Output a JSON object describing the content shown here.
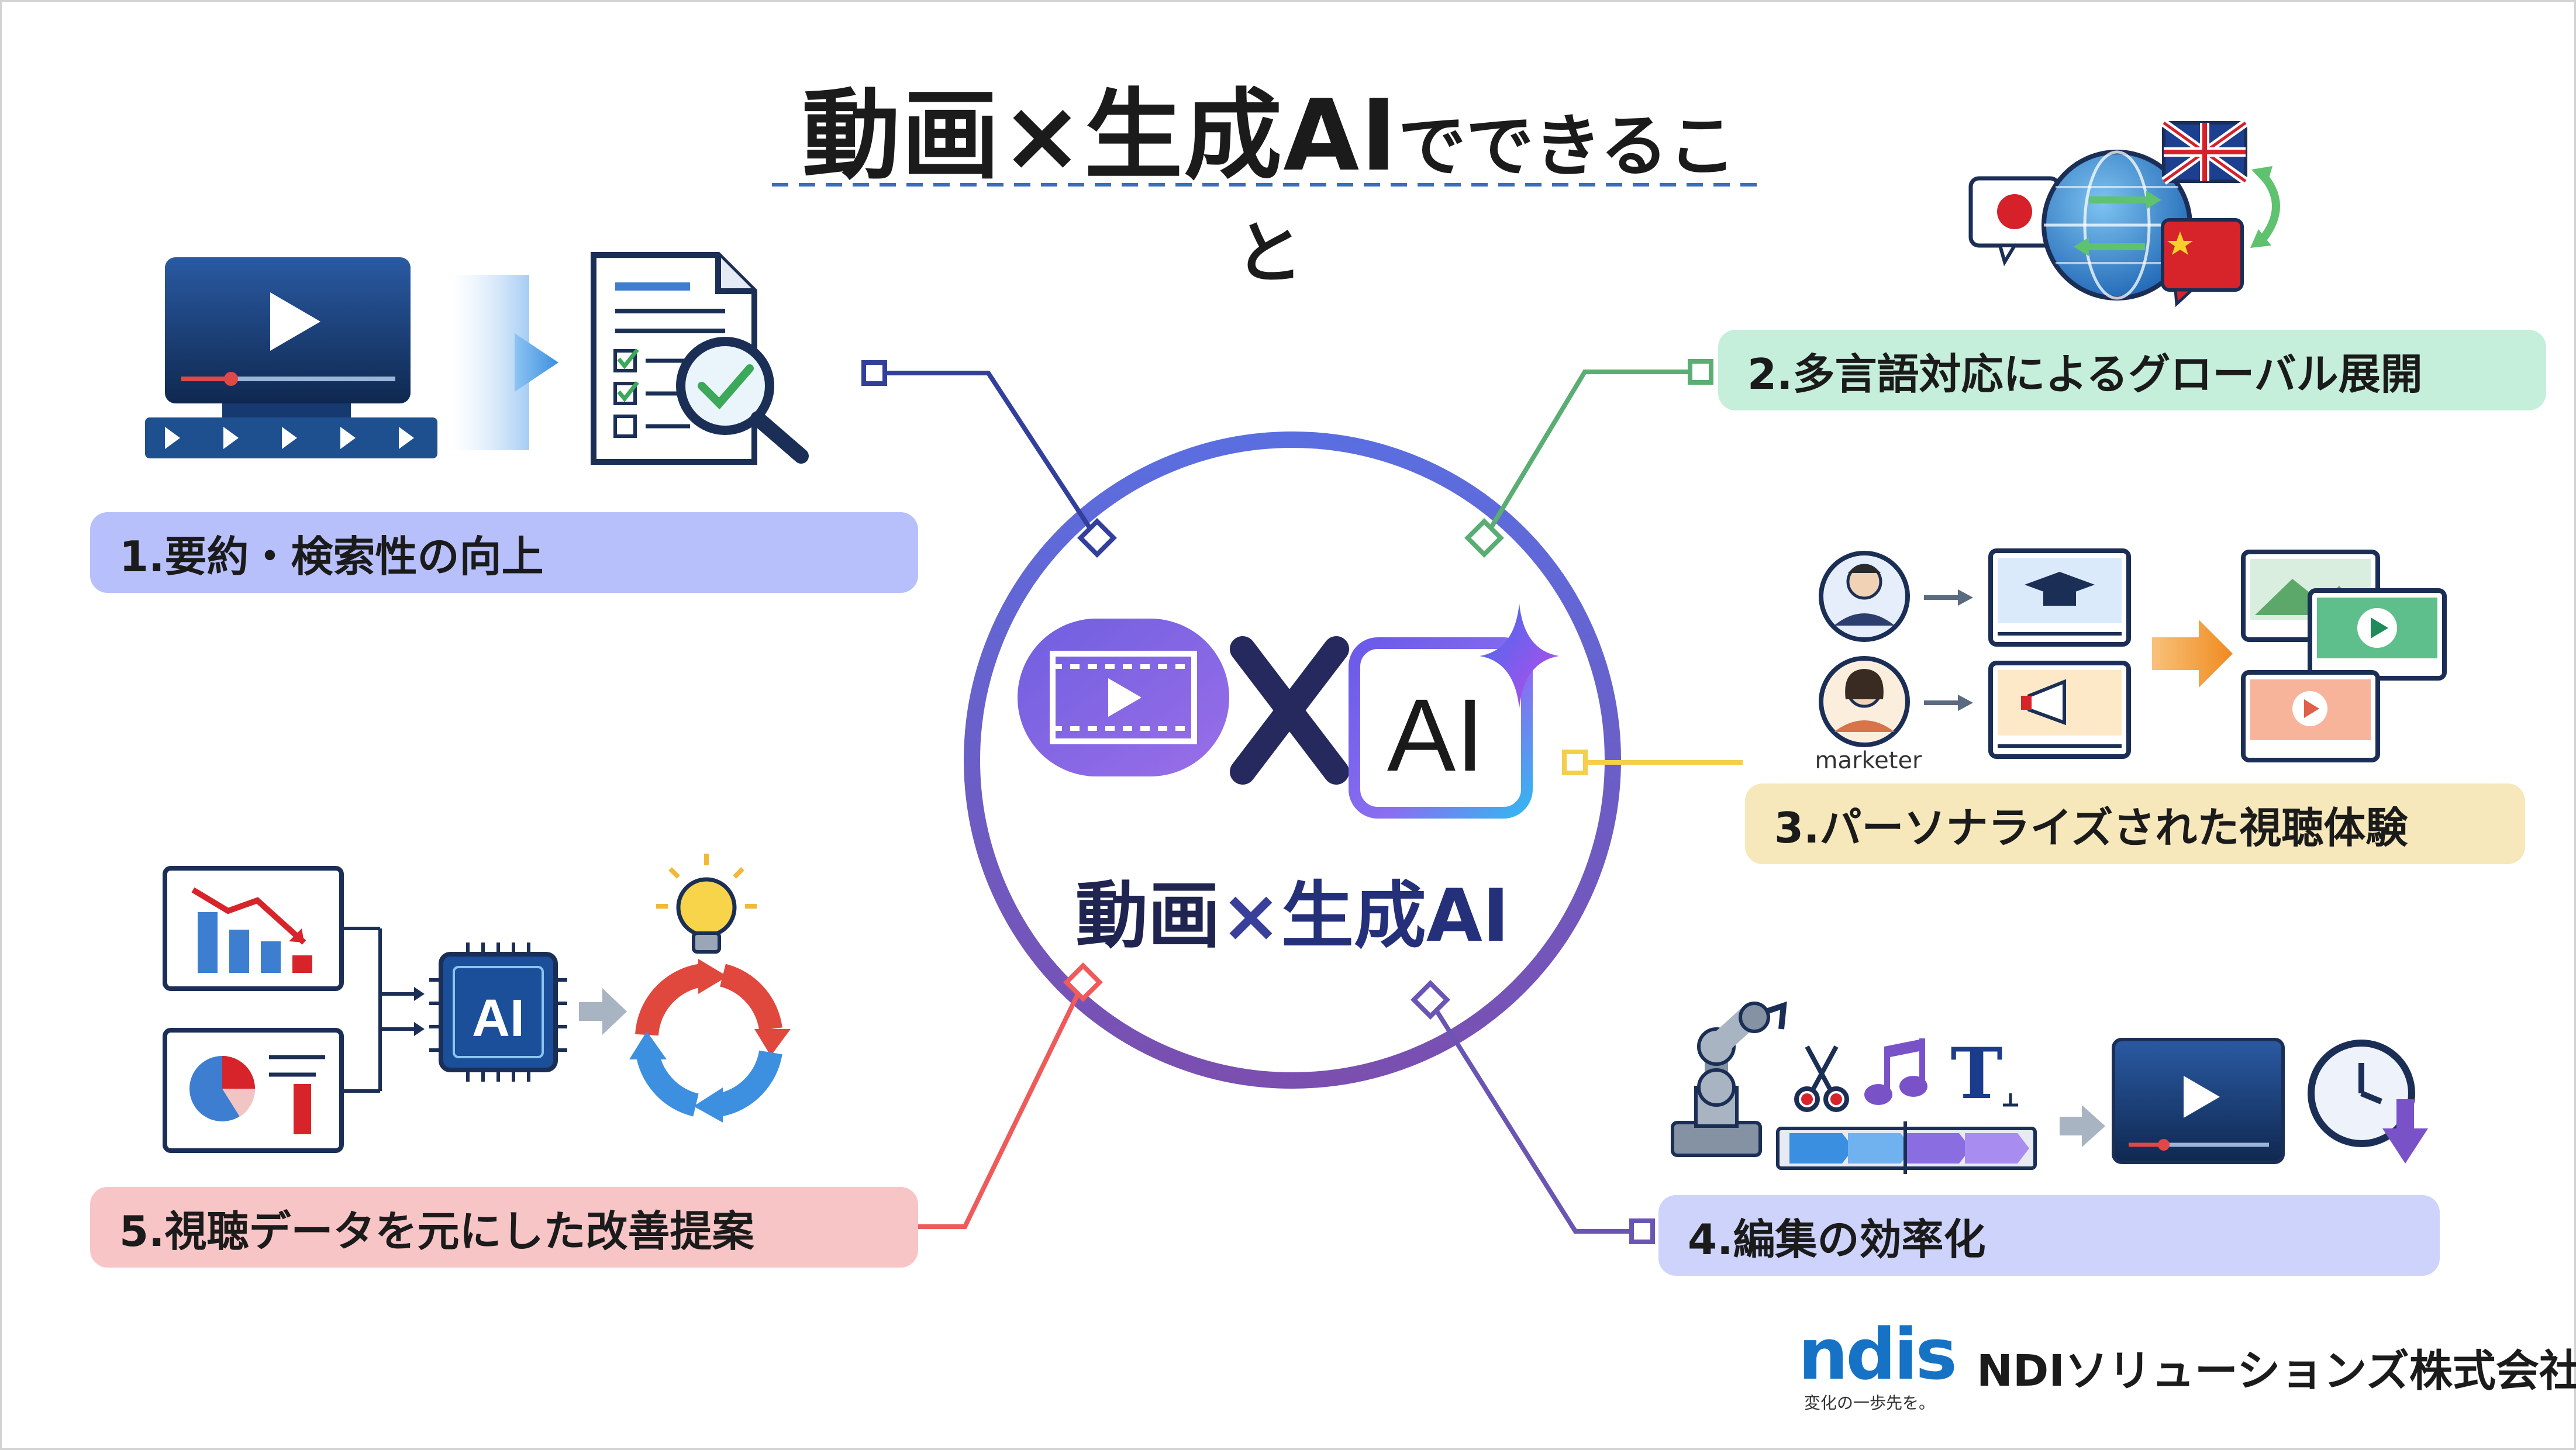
{
  "title": {
    "main": "動画×生成AI",
    "sub": "でできること"
  },
  "center": {
    "ai_badge": "AI",
    "label_part1": "動画",
    "label_part2": "×",
    "label_part3": "生成AI"
  },
  "items": [
    {
      "label": "1.要約・検索性の向上",
      "color": "#b7c0fb"
    },
    {
      "label": "2.多言語対応によるグローバル展開",
      "color": "#c5eedb"
    },
    {
      "label": "3.パーソナライズされた視聴体験",
      "color": "#f6e8bb"
    },
    {
      "label": "4.編集の効率化",
      "color": "#cdd3fa"
    },
    {
      "label": "5.視聴データを元にした改善提案",
      "color": "#f8c5c7"
    }
  ],
  "illustrations": {
    "personalize_person_label": "marketer",
    "data_ai_chip": "AI",
    "edit_text_tool": "T"
  },
  "accent_colors": {
    "item1_line": "#323f9b",
    "item2_line": "#5aad73",
    "item3_line": "#f3cf4a",
    "item4_line": "#6a55b3",
    "item5_line": "#ef5a5a",
    "circle_ring": "#6a5fd0",
    "title_underline": "#3a6ebd"
  },
  "footer": {
    "logo_text": "ndis",
    "logo_tagline": "変化の一歩先を。",
    "company_name": "NDIソリューションズ株式会社"
  }
}
